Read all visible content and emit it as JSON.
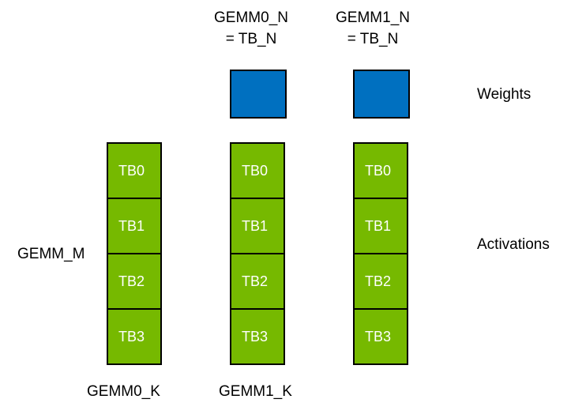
{
  "colors": {
    "green": "#76B900",
    "blue": "#0070C0",
    "border": "#000000",
    "cell_text": "#FFFFFF",
    "label_text": "#000000"
  },
  "top_labels": [
    {
      "line1": "GEMM0_N",
      "line2": "= TB_N"
    },
    {
      "line1": "GEMM1_N",
      "line2": "= TB_N"
    }
  ],
  "left_label": "GEMM_M",
  "right_labels": {
    "weights": "Weights",
    "activations": "Activations"
  },
  "bottom_labels": [
    "GEMM0_K",
    "GEMM1_K"
  ],
  "columns": [
    {
      "cells": [
        "TB0",
        "TB1",
        "TB2",
        "TB3"
      ]
    },
    {
      "cells": [
        "TB0",
        "TB1",
        "TB2",
        "TB3"
      ]
    },
    {
      "cells": [
        "TB0",
        "TB1",
        "TB2",
        "TB3"
      ]
    }
  ]
}
